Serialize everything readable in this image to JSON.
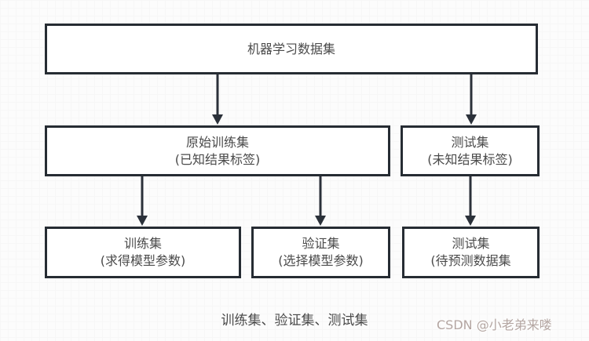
{
  "diagram": {
    "nodes": {
      "root": {
        "label": "机器学习数据集",
        "sublabel": ""
      },
      "original_training": {
        "label": "原始训练集",
        "sublabel": "(已知结果标签)"
      },
      "test_raw": {
        "label": "测试集",
        "sublabel": "(未知结果标签)"
      },
      "training": {
        "label": "训练集",
        "sublabel": "(求得模型参数)"
      },
      "validation": {
        "label": "验证集",
        "sublabel": "(选择模型参数)"
      },
      "test_final": {
        "label": "测试集",
        "sublabel": "(待预测数据集"
      }
    },
    "edges": [
      {
        "from": "root",
        "to": "original_training"
      },
      {
        "from": "root",
        "to": "test_raw"
      },
      {
        "from": "original_training",
        "to": "training"
      },
      {
        "from": "original_training",
        "to": "validation"
      },
      {
        "from": "test_raw",
        "to": "test_final"
      }
    ],
    "caption": "训练集、验证集、测试集"
  },
  "watermark": {
    "text": "CSDN @小老弟来喽"
  },
  "colors": {
    "background": "#fcfcfc",
    "grid_line": "#ececec",
    "box_border": "#262c33",
    "box_fill": "#ffffff",
    "text": "#4a4a4a",
    "watermark": "#b3a5a1"
  }
}
